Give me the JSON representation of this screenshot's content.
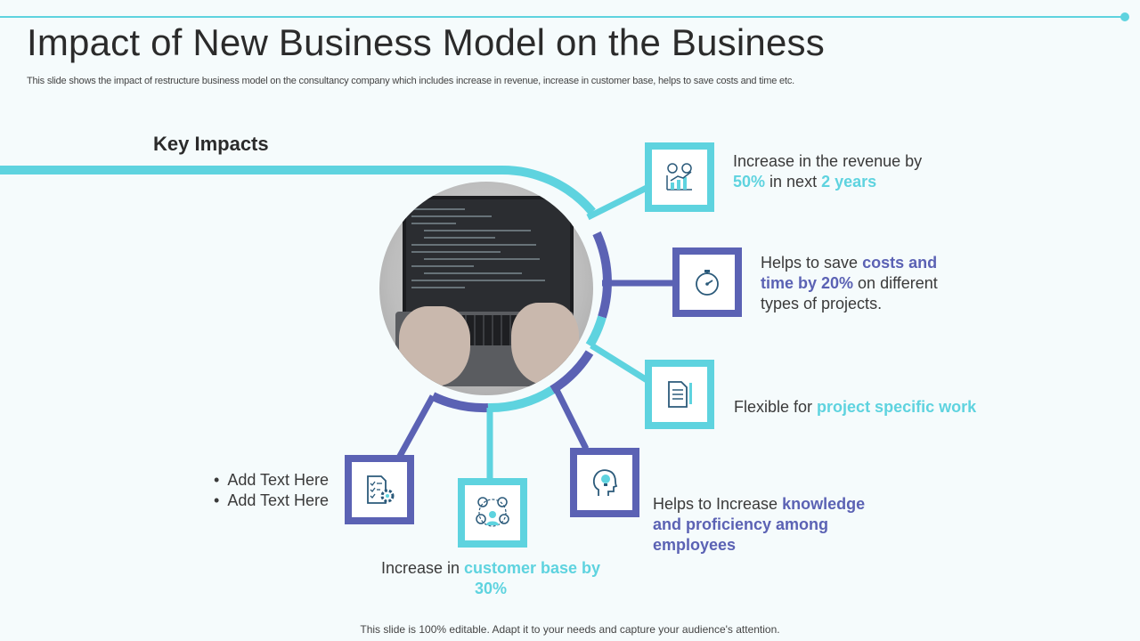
{
  "title": "Impact of New Business Model on the Business",
  "subtitle": "This slide shows the impact of restructure business model on the consultancy company which includes increase in revenue, increase in customer base, helps to save costs and time etc.",
  "section_heading": "Key Impacts",
  "colors": {
    "teal": "#5ed3df",
    "purple": "#5b62b4"
  },
  "impacts": [
    {
      "icon": "revenue-growth-icon",
      "pre": "Increase in the revenue by ",
      "hl1": "50%",
      "mid": " in next ",
      "hl2": "2 years"
    },
    {
      "icon": "stopwatch-icon",
      "pre": "Helps to save ",
      "hl1": "costs and time by 20%",
      "post": " on different types of projects."
    },
    {
      "icon": "document-icon",
      "pre": "Flexible for ",
      "hl1": "project specific work"
    },
    {
      "icon": "idea-head-icon",
      "pre": "Helps to Increase ",
      "hl1": "knowledge and proficiency among employees"
    },
    {
      "icon": "customer-base-icon",
      "pre": "Increase in ",
      "hl1": "customer base by 30%"
    },
    {
      "icon": "checklist-gear-icon",
      "bullets": [
        "Add Text Here",
        "Add Text Here"
      ]
    }
  ],
  "footer": "This slide is 100% editable. Adapt it to your needs and capture your audience's attention."
}
